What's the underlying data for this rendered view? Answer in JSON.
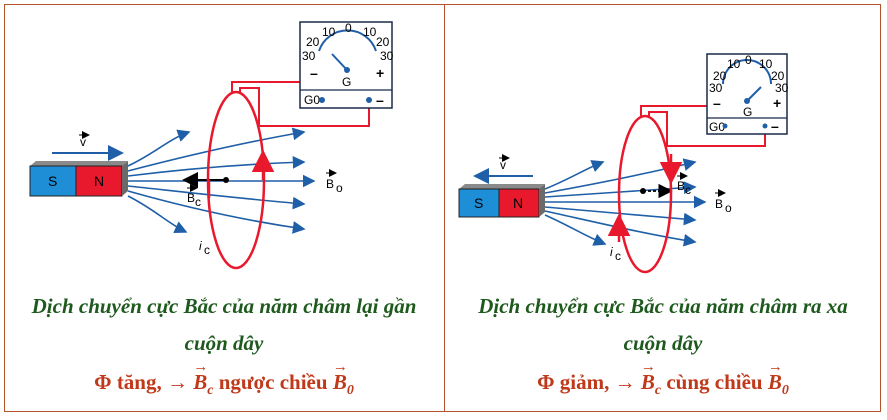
{
  "left": {
    "caption_line1": "Dịch chuyển cực Bắc của năm châm lại gần",
    "caption_line2": "cuộn dây",
    "caption_line3": {
      "phi": "Φ tăng, →",
      "bc": "B",
      "bc_sub": "c",
      "relation": "ngược chiều",
      "b0": "B",
      "b0_sub": "0"
    },
    "magnet": {
      "south": "S",
      "north": "N"
    },
    "labels": {
      "v": "v",
      "bc": "B",
      "bc_sub": "c",
      "b0": "B",
      "b0_sub": "o",
      "ic": "i",
      "ic_sub": "c"
    },
    "meter": {
      "scale": [
        "30",
        "20",
        "10",
        "0",
        "10",
        "20",
        "30"
      ],
      "minus": "–",
      "plus": "+",
      "g": "G",
      "terminal_g0": "G0",
      "terminal_minus": "–"
    }
  },
  "right": {
    "caption_line1": "Dịch chuyển cực Bắc của năm châm ra xa",
    "caption_line2": "cuộn dây",
    "caption_line3": {
      "phi": "Φ giảm, →",
      "bc": "B",
      "bc_sub": "c",
      "relation": "cùng chiều",
      "b0": "B",
      "b0_sub": "0"
    },
    "magnet": {
      "south": "S",
      "north": "N"
    },
    "labels": {
      "v": "v",
      "bc": "B",
      "bc_sub": "c",
      "b0": "B",
      "b0_sub": "o",
      "ic": "i",
      "ic_sub": "c"
    },
    "meter": {
      "scale": [
        "30",
        "20",
        "10",
        "0",
        "10",
        "20",
        "30"
      ],
      "minus": "–",
      "plus": "+",
      "g": "G",
      "terminal_g0": "G0",
      "terminal_minus": "–"
    }
  },
  "colors": {
    "south": "#1e8fd6",
    "north": "#e8192c",
    "field_lines": "#1f5fa8",
    "coil": "#e8192c",
    "caption_green": "#1e5a1e",
    "caption_red": "#c0391b",
    "border": "#b4532a"
  }
}
